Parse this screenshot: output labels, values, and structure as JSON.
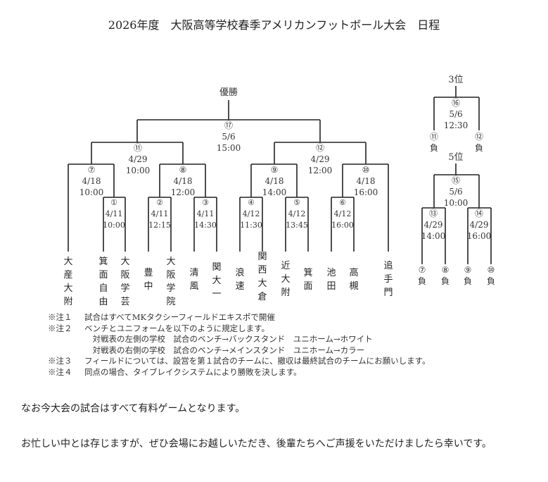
{
  "title": "2026年度　大阪高等学校春季アメリカンフットボール大会　日程",
  "bracket": {
    "champion_label": "優勝",
    "games": [
      {
        "no": "①",
        "date": "4/11",
        "time": "10:00"
      },
      {
        "no": "②",
        "date": "4/11",
        "time": "12:15"
      },
      {
        "no": "③",
        "date": "4/11",
        "time": "14:30"
      },
      {
        "no": "④",
        "date": "4/12",
        "time": "11:30"
      },
      {
        "no": "⑤",
        "date": "4/12",
        "time": "13:45"
      },
      {
        "no": "⑥",
        "date": "4/12",
        "time": "16:00"
      },
      {
        "no": "⑦",
        "date": "4/18",
        "time": "10:00"
      },
      {
        "no": "⑧",
        "date": "4/18",
        "time": "12:00"
      },
      {
        "no": "⑨",
        "date": "4/18",
        "time": "14:00"
      },
      {
        "no": "⑩",
        "date": "4/18",
        "time": "16:00"
      },
      {
        "no": "⑪",
        "date": "4/29",
        "time": "10:00"
      },
      {
        "no": "⑫",
        "date": "4/29",
        "time": "12:00"
      },
      {
        "no": "⑬",
        "date": "4/29",
        "time": "14:00"
      },
      {
        "no": "⑭",
        "date": "4/29",
        "time": "16:00"
      },
      {
        "no": "⑮",
        "date": "5/6",
        "time": "10:00"
      },
      {
        "no": "⑯",
        "date": "5/6",
        "time": "12:30"
      },
      {
        "no": "⑰",
        "date": "5/6",
        "time": "15:00"
      }
    ],
    "teams": [
      "大産大附",
      "箕面自由",
      "大阪学芸",
      "豊中",
      "大阪学院",
      "清風",
      "関大一",
      "浪速",
      "関西大倉",
      "近大附",
      "箕面",
      "池田",
      "高槻",
      "追手門"
    ],
    "third_place_label": "3位",
    "fifth_place_label": "5位",
    "loser_suffix": "負",
    "third_place_entrants": [
      "⑪",
      "⑫"
    ],
    "fifth_place_entrants": [
      "⑦",
      "⑧",
      "⑨",
      "⑩"
    ]
  },
  "notes": [
    {
      "key": "※注１",
      "text": "試合はすべてMKタクシーフィールドエキスポで開催"
    },
    {
      "key": "※注２",
      "text": "ベンチとユニフォームを以下のように規定します。"
    },
    {
      "key": "",
      "text": "　対戦表の左側の学校　試合のベンチ→バックスタンド　ユニホーム→ホワイト"
    },
    {
      "key": "",
      "text": "　対戦表の右側の学校　試合のベンチ→メインスタンド　ユニホーム→カラー"
    },
    {
      "key": "※注３",
      "text": "フィールドについては、設営を第１試合のチームに、撤収は最終試合のチームにお願いします。"
    },
    {
      "key": "※注４",
      "text": "同点の場合、タイブレイクシステムにより勝敗を決します。"
    }
  ],
  "paragraphs": [
    "なお今大会の試合はすべて有料ゲームとなります。",
    "お忙しい中とは存じますが、ぜひ会場にお越しいただき、後輩たちへご声援をいただけましたら幸いです。"
  ]
}
